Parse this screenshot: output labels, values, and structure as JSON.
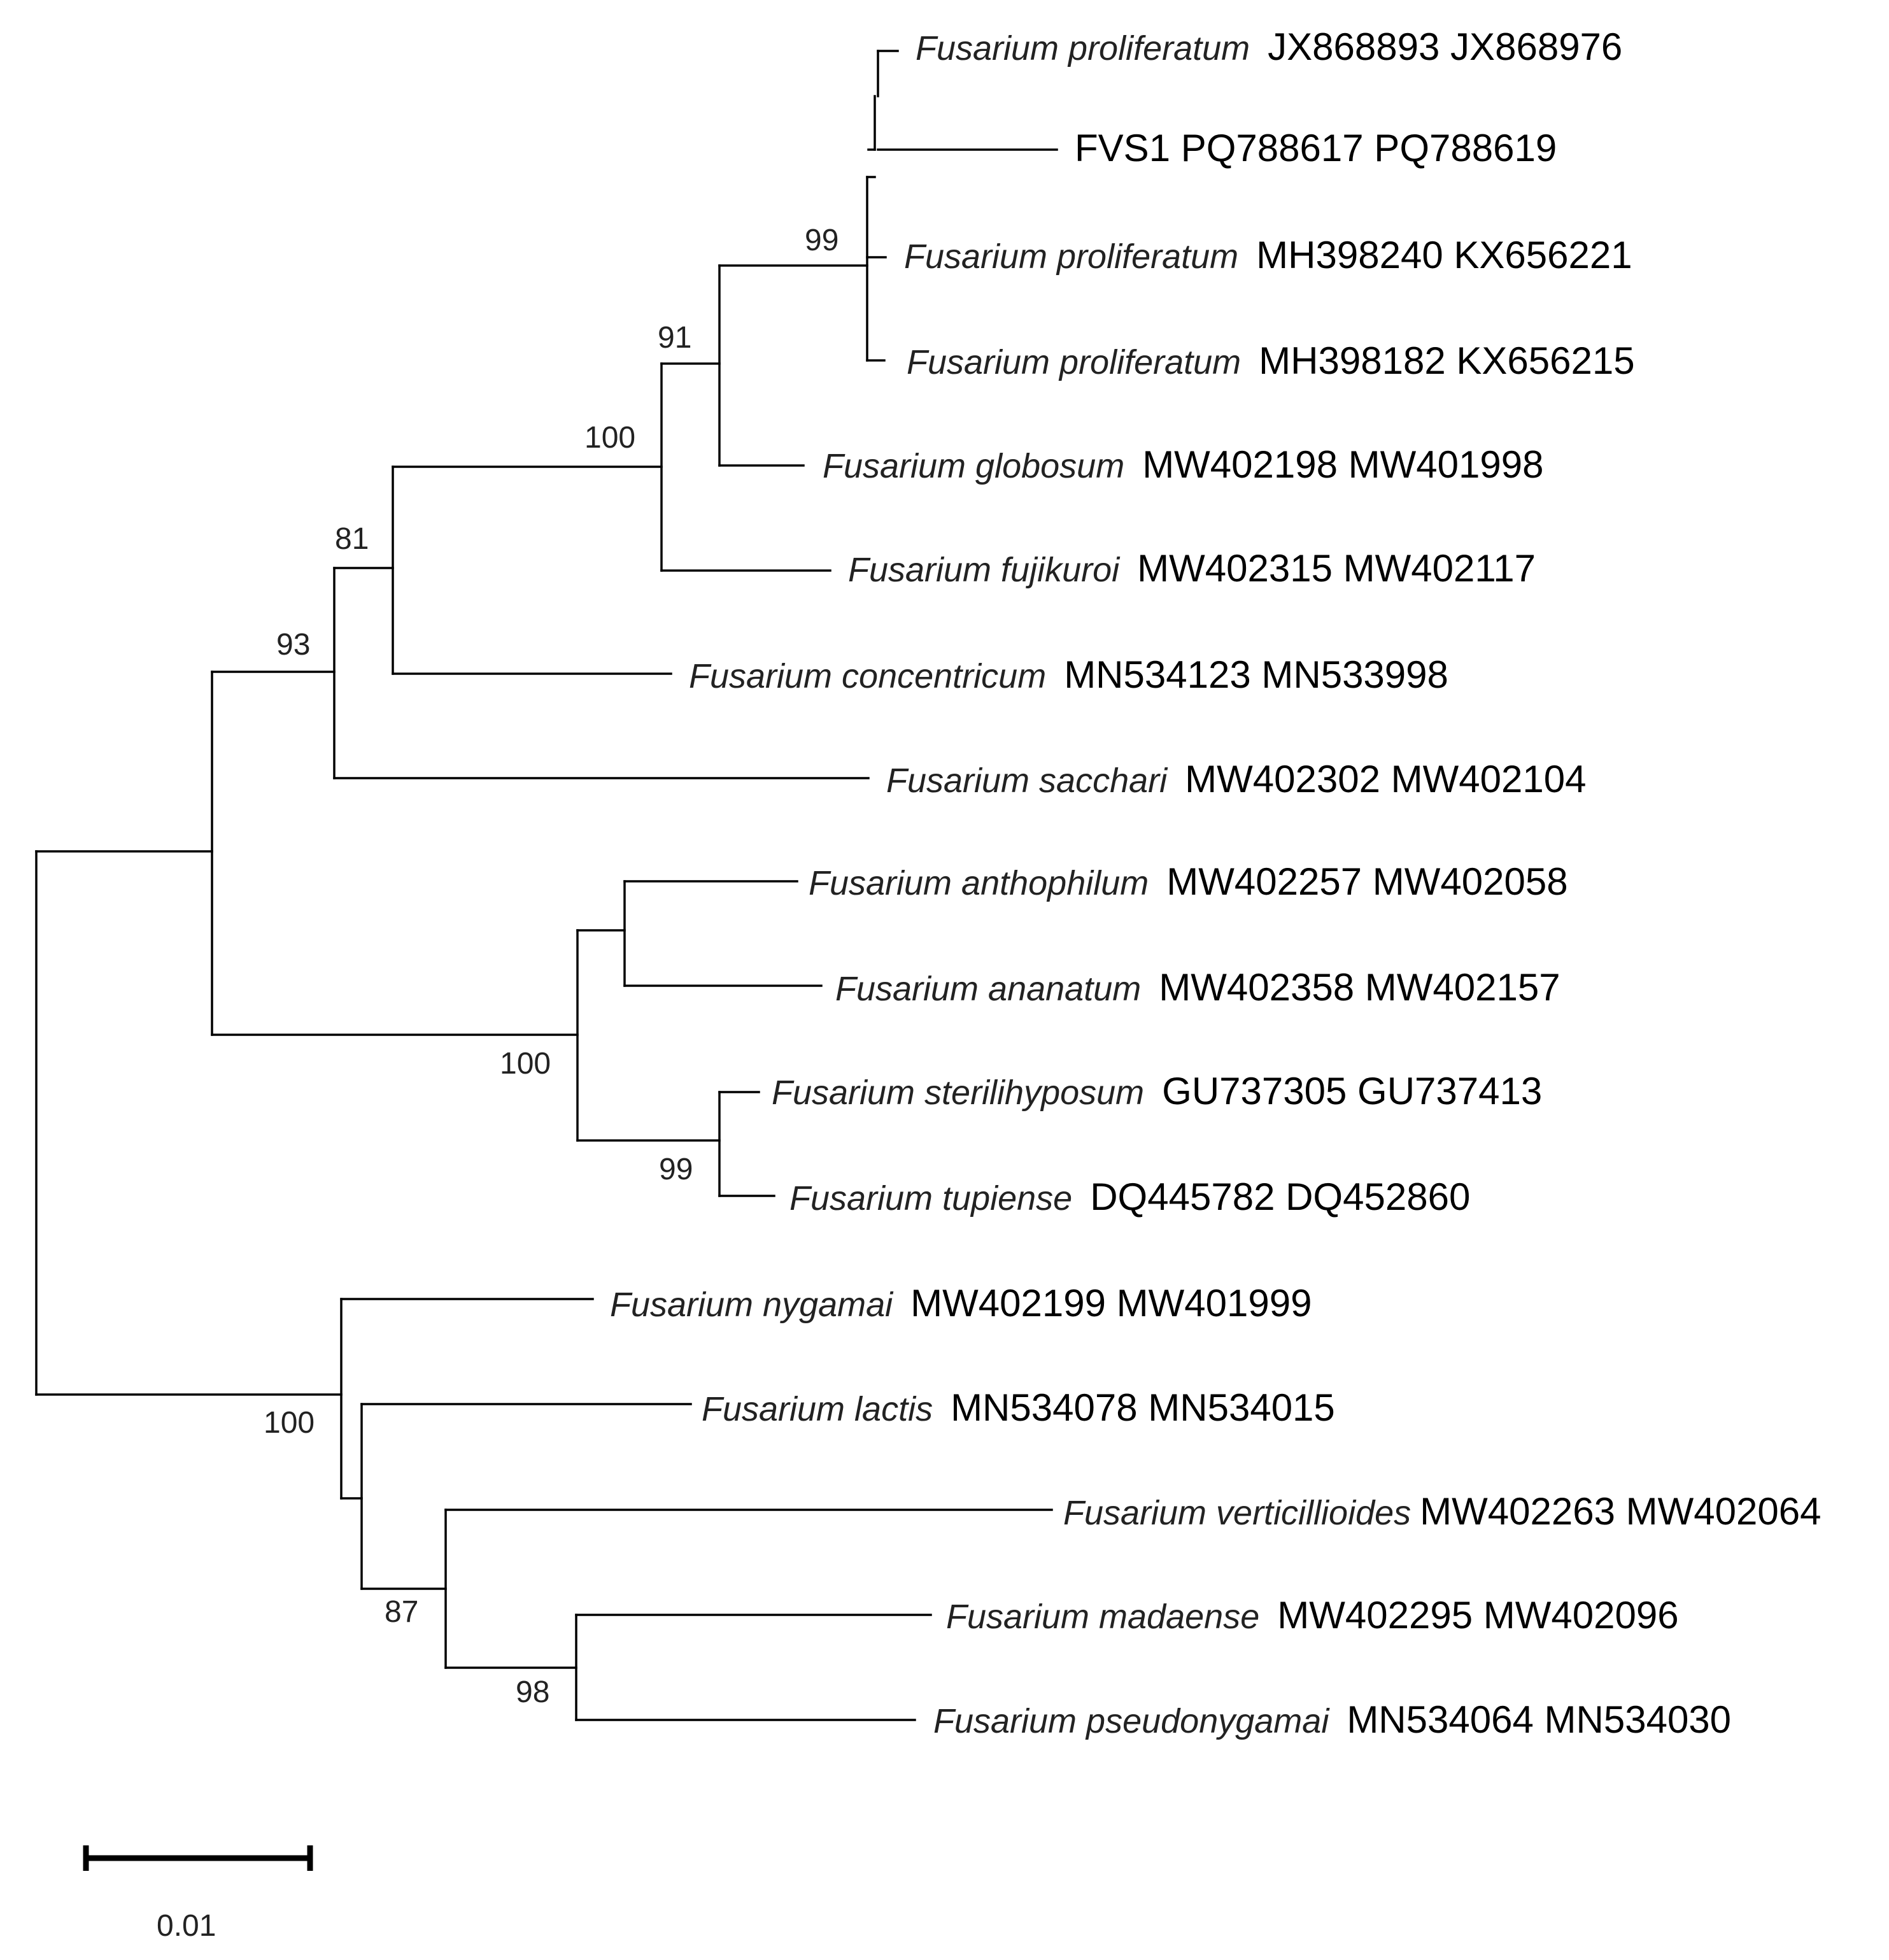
{
  "taxa": [
    {
      "species": "Fusarium proliferatum",
      "accessions": "JX868893 JX868976"
    },
    {
      "species": "",
      "accessions": "FVS1 PQ788617 PQ788619"
    },
    {
      "species": "Fusarium proliferatum",
      "accessions": "MH398240 KX656221"
    },
    {
      "species": "Fusarium proliferatum",
      "accessions": "MH398182 KX656215"
    },
    {
      "species": "Fusarium globosum",
      "accessions": "MW402198 MW401998"
    },
    {
      "species": "Fusarium fujikuroi",
      "accessions": "MW402315 MW402117"
    },
    {
      "species": "Fusarium concentricum",
      "accessions": "MN534123 MN533998"
    },
    {
      "species": "Fusarium sacchari",
      "accessions": "MW402302 MW402104"
    },
    {
      "species": "Fusarium anthophilum",
      "accessions": "MW402257 MW402058"
    },
    {
      "species": "Fusarium ananatum",
      "accessions": "MW402358 MW402157"
    },
    {
      "species": "Fusarium sterilihyposum",
      "accessions": "GU737305 GU737413"
    },
    {
      "species": "Fusarium tupiense",
      "accessions": "DQ445782 DQ452860"
    },
    {
      "species": "Fusarium nygamai",
      "accessions": "MW402199 MW401999"
    },
    {
      "species": "Fusarium lactis",
      "accessions": "MN534078 MN534015"
    },
    {
      "species": "Fusarium verticillioides",
      "accessions": "MW402263 MW402064"
    },
    {
      "species": "Fusarium madaense",
      "accessions": "MW402295 MW402096"
    },
    {
      "species": "Fusarium pseudonygamai",
      "accessions": "MN534064 MN534030"
    }
  ],
  "support_values": [
    "99",
    "91",
    "100",
    "81",
    "93",
    "100",
    "99",
    "100",
    "87",
    "98"
  ],
  "scale_bar": {
    "label": "0.01"
  },
  "line_color": "#000000"
}
